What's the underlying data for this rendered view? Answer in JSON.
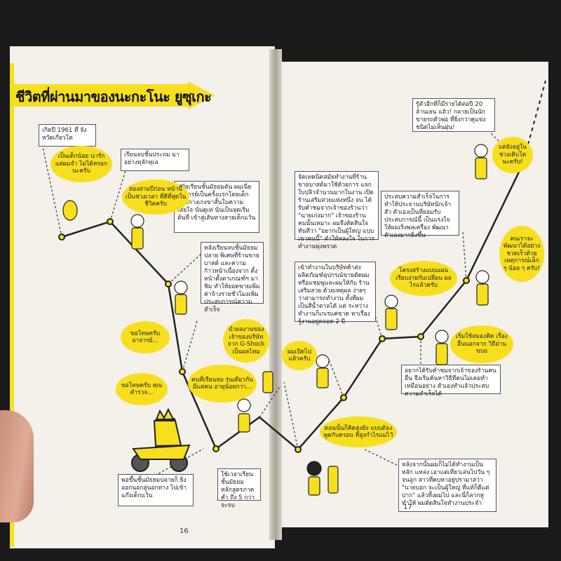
{
  "title": "ชีวิตที่ผ่านมาของนะกะโนะ ยูซุเกะ",
  "page_left": "16",
  "page_right": "17",
  "left_boxes": [
    "เกิดปี 1961 ที่ จังหวัดเกียวโต",
    "เรียนจบชั้นประถม มาอย่างทุลักทุเล",
    "สมัยเรียนชั้นมัธยมต้น ผมเนี่ย อาจารย์เป็นครั้งแรกโดยเด็ก สวมกางเกงขาสั้นในความเสียใจ นั่นดูเท่ นั่นเป็นจุดเริ่มต้นที่ เข้าสู่เส้นทางสายเด็กแว้น",
    "หลังเรียนจบชั้นมัธยมปลาย พิเศษที่ร้านขายบาสต์ และความก้าวหน้าเนื่องจาก ตั้งหน้าตั้งตาเกณฑ์ฯ มาชิม ทำให้ยอดขายเพิ่ม ค่าจ้างรายชั่วโมงเพิ่ม ประสบการณ์ความสำเร็จ",
    "พอขึ้นชั้นมัธยมปลายก็ ยิ่งออกนอกลู่นอกทาง ไปเข้าแก๊งเด็กแว้น",
    "ใช้เวลาเรียนชั้นมัธยม หลักสูตรภาคค่ำ ถึง 5 กว่าจะจบ"
  ],
  "left_bubbles": [
    "เป็นเด็กน้อย น่ารัก แต่ผมจำ ไม่ได้หรอกนะครับ",
    "สองสามปีก่อน หน้านี้เป็นช่วงเวลา ที่ดีที่สุดในชีวิตครับ",
    "ขอโทษครับ อาจารย์...",
    "ขอโทษครับ คุณตำรวจ...",
    "คนที่เรียนจบ รุ่นเดียวกันมีแต่คน อายุน้อยกว่า...",
    "นำผลงานของ เจ้าของบริษัท จาก G-Shock เป็นผลไหม"
  ],
  "right_boxes": [
    "รู้ตัวอีกทีก็มีรายได้ต่อปี 20 ล้านเยน แล้ว! กลายเป็นนักขายรถตัวพ่อ ที่ยิ่งกว่าคู่แข่งชนิดไม่เห็นฝุ่น!",
    "ประสบความสำเร็จในการ ทำให้ประธานบริษัทนักเจ้าสัว ตัวเองเป็นที่ยอมรับ ประสบการณ์นี้ เป็นแรงใจให้ผมเริ่งพลเครื่อง พัฒนาตัวเองมากยิ่งขึ้น",
    "จัดเทคนิคสมัยทำงานที่ร้าน ขายบาสต์มาใช้ด้วยการ แจกใบปลิวจำนวนมากในงาน เปิดร้านเสริมสวยแห่งหนึ่ง จน ได้รับคำชมจากเจ้าของร้านว่า \"นายเก่งมาก\" เจ้าของร้าน คนนั้นเหมาะ ผมจึงตัดสินใจ ทันทีว่า \"อยากเป็นผู้ใหญ่ แบบเขาคนนี้\" ทำให้หลงใจ ในการทำงานพุ่งพรวด",
    "เข้าทำงานในบริษัทค้าส่ง ผลิตภัณฑ์อุปกรณ์ขายตัดผม หรือแชมพูและผมให้กับ ร้านเสริมสวย ด้วยเหตุผล ง่ายๆ ว่าสามารถทำงาน ทั้งที่ผมเป็นสีน้ำตาลได้ แต่ ระหว่างทำงานก็เกเรแค่ขาด หาเรื่องรู้งานอยู่ตลอด 2 ปี",
    "อยากได้รับคำชมจากเจ้าของร้านคนอื่น จึงเริ่มค้นหาวิธีที่คนไม่เคยทำเหมือนอย่าง ตัวเองทำแล้วประสบความสำเร็จได้",
    "หลังจากนั้นผมก็ไม่ได้ทำงานเป็นหลัก แหล่ง เอาแต่เที่ยวเล่นไปวัน ๆ จนลูก สาวที่คบหาอยู่ปรามาสว่า \"นายบอก จะเป็นผู้ใหญ่ ที่แท้ก็ดีแต่ปาก\" แล้วทิ้งผมไป และนี่ก็ลากหูทำให้ ผมตัดสินใจทำงานประจำ"
  ],
  "right_bubbles": [
    "แต่ยังอยู่ใน ช่วงเติบโต นะครับ!",
    "คนเราจะ พัฒนาได้อย่าง ชวดเร็วด้วย เหตุการณ์เล็ก ๆ น้อย ๆ ครับ!",
    "โครงสร้างแบบแผน เรียบง่ายกับเปลี่ยน ผลไรแล้วครับ",
    "ผมเปิดไป แล้วครับ",
    "เริ่มใช้สมองคิด เรื่องอื่นนอกจาก วิธีอ่านขบถ",
    "ตอนนั้นก็คิดสูงยัง แบบต้องพูดกับครอบ ที่สูงกำไรแม่ไว้"
  ],
  "colors": {
    "accent": "#f7df1e",
    "ink": "#222222",
    "paper": "#f3f1ea"
  }
}
